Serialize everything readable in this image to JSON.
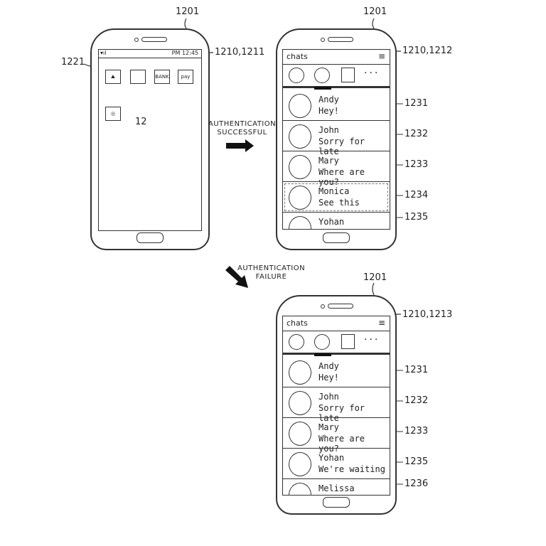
{
  "figure_labels": {
    "device": "1201",
    "home_screen": "1210,1211",
    "chat_success": "1210,1212",
    "chat_failure": "1210,1213",
    "app_icon": "1221",
    "finger": "12"
  },
  "home": {
    "status_time": "PM 12:45",
    "apps": [
      "BANK",
      "pay"
    ]
  },
  "arrows": {
    "success": "AUTHENTICATION\nSUCCESSFUL",
    "failure": "AUTHENTICATION\nFAILURE"
  },
  "chat_success": {
    "title": "chats",
    "items": [
      {
        "name": "Andy",
        "msg": "Hey!",
        "ref": "1231"
      },
      {
        "name": "John",
        "msg": "Sorry for late",
        "ref": "1232"
      },
      {
        "name": "Mary",
        "msg": "Where are you?",
        "ref": "1233"
      },
      {
        "name": "Monica",
        "msg": "See this",
        "ref": "1234"
      },
      {
        "name": "Yohan",
        "msg": "",
        "ref": "1235"
      }
    ]
  },
  "chat_failure": {
    "title": "chats",
    "items": [
      {
        "name": "Andy",
        "msg": "Hey!",
        "ref": "1231"
      },
      {
        "name": "John",
        "msg": "Sorry for late",
        "ref": "1232"
      },
      {
        "name": "Mary",
        "msg": "Where are you?",
        "ref": "1233"
      },
      {
        "name": "Yohan",
        "msg": "We're waiting",
        "ref": "1235"
      },
      {
        "name": "Melissa",
        "msg": "",
        "ref": "1236"
      }
    ]
  }
}
